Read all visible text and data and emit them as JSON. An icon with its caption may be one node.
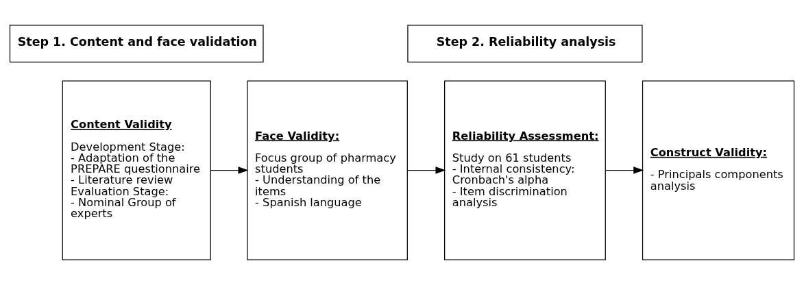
{
  "diagram": {
    "nodes": [
      {
        "text": [
          "Step 1. Content and face validation"
        ]
      },
      {
        "text": [
          "Step 2. Reliability analysis"
        ]
      },
      {
        "text": [
          "Content Validity",
          "Development Stage:",
          "- Adaptation of the PREPARE questionnaire",
          "- Literature review",
          "Evaluation Stage:",
          "- Nominal Group of experts"
        ]
      },
      {
        "text": [
          "Face Validity:",
          "Focus group of pharmacy students",
          "- Understanding of the items",
          "- Spanish language"
        ]
      },
      {
        "text": [
          "Reliability Assessment:",
          "Study on 61 students",
          "- Internal consistency: Cronbach's alpha",
          "- Item discrimination analysis"
        ]
      },
      {
        "text": [
          "Construct Validity:",
          "- Principals components analysis"
        ]
      }
    ],
    "edges": [
      {
        "from": 2,
        "to": 3,
        "arrow": "to"
      },
      {
        "from": 3,
        "to": 4,
        "arrow": "to"
      },
      {
        "from": 4,
        "to": 5,
        "arrow": "to"
      }
    ]
  }
}
